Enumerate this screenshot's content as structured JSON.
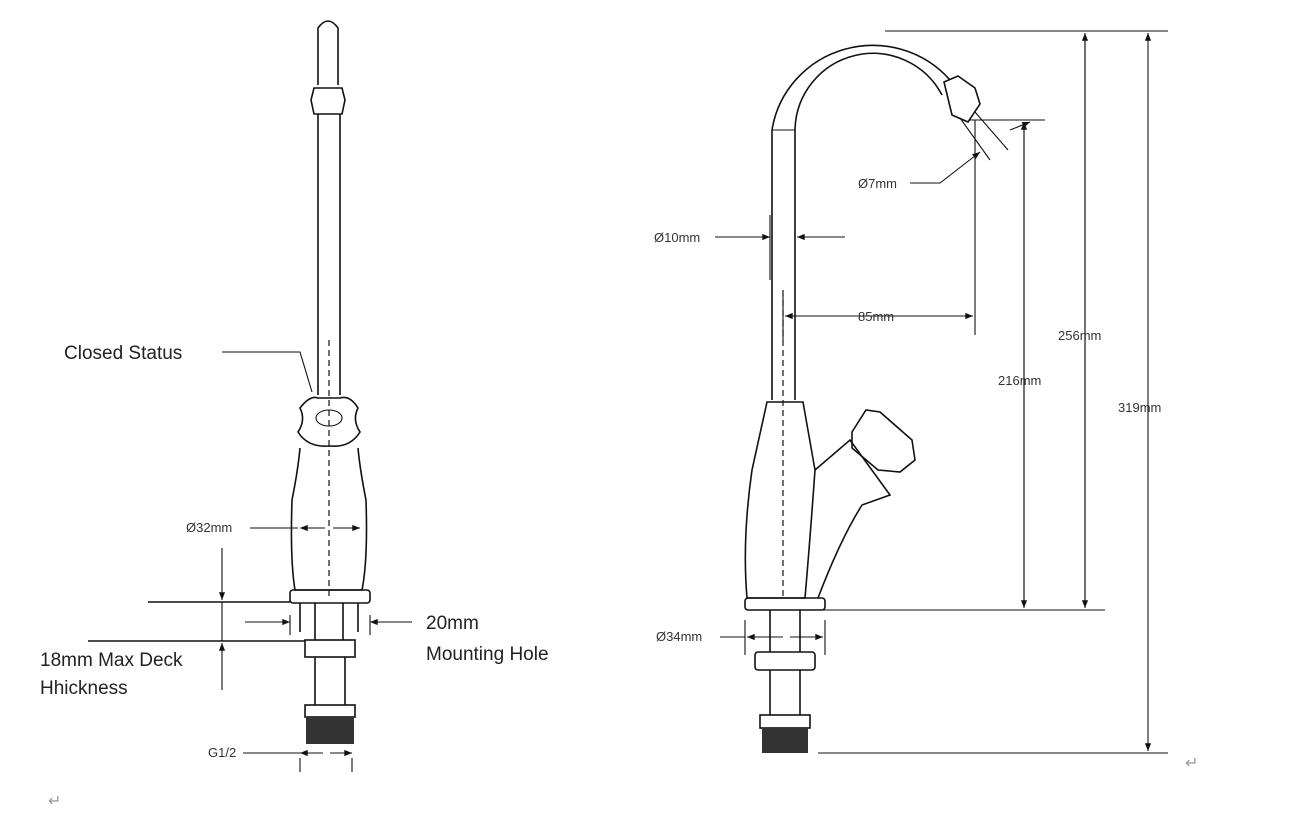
{
  "left_view": {
    "closed_status_label": "Closed Status",
    "body_diameter": "Ø32mm",
    "mounting_hole_size": "20mm",
    "mounting_hole_label": "Mounting Hole",
    "deck_thickness_line1": "18mm Max Deck",
    "deck_thickness_line2": "Hhickness",
    "thread_label": "G1/2"
  },
  "right_view": {
    "outlet_diameter": "Ø7mm",
    "pipe_diameter": "Ø10mm",
    "reach": "85mm",
    "outlet_height": "216mm",
    "spout_height": "256mm",
    "total_height": "319mm",
    "base_diameter": "Ø34mm"
  },
  "paragraph_marks": [
    "↵",
    "↵"
  ]
}
